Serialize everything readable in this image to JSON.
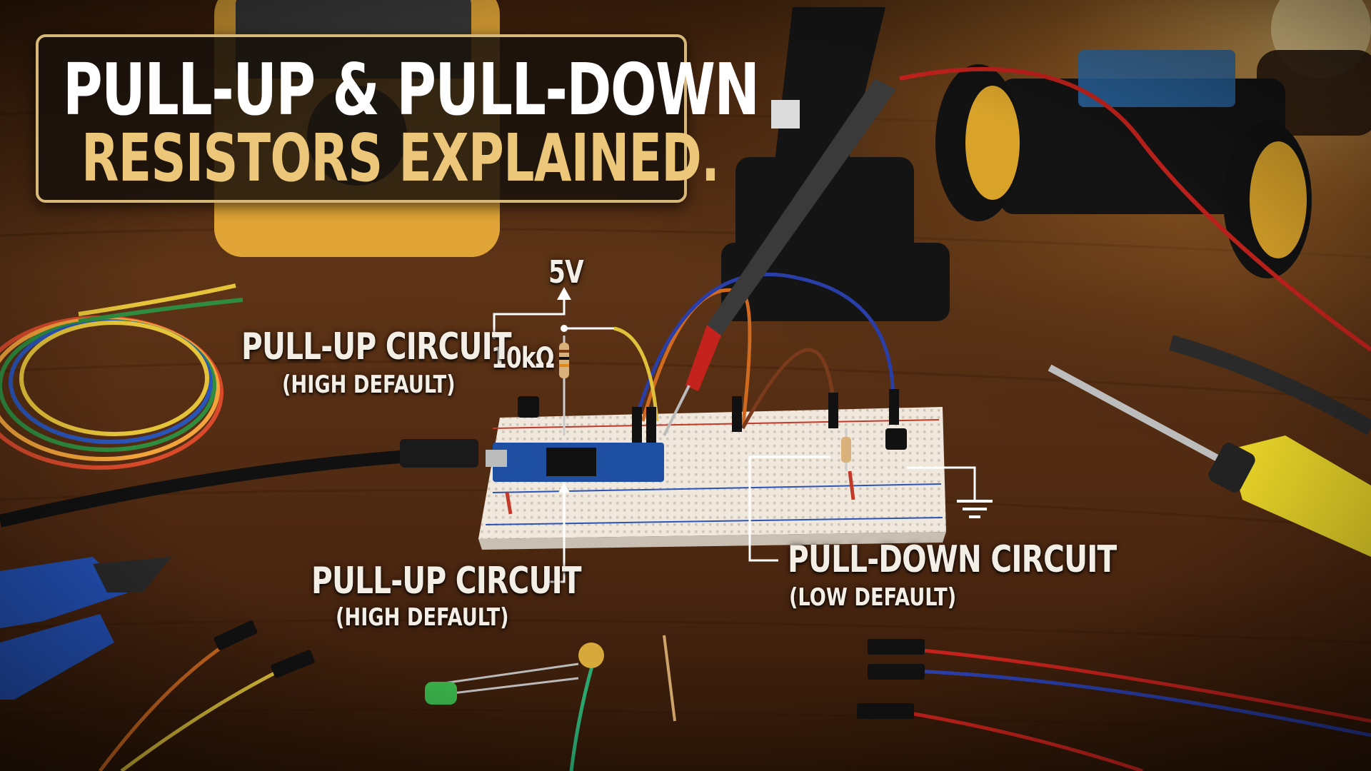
{
  "title": {
    "line1": "PULL-UP & PULL-DOWN",
    "line2": "RESISTORS EXPLAINED."
  },
  "labels": {
    "voltage": "5V",
    "resistor_value": "10kΩ",
    "pullup_top": {
      "name": "PULL-UP CIRCUIT",
      "sub": "(HIGH DEFAULT)"
    },
    "pullup_bottom": {
      "name": "PULL-UP CIRCUIT",
      "sub": "(HIGH DEFAULT)"
    },
    "pulldown": {
      "name": "PULL-DOWN CIRCUIT",
      "sub": "(LOW DEFAULT)"
    }
  },
  "colors": {
    "title_primary": "#ffffff",
    "title_accent": "#ecc77a",
    "banner_border": "#d8b878",
    "label_text": "#f4efe6",
    "wood": "#5a3015",
    "breadboard": "#eee6da",
    "microcontroller": "#1f4fa0"
  },
  "icons": [
    "ground-symbol-icon",
    "arrow-up-icon",
    "resistor-icon"
  ]
}
